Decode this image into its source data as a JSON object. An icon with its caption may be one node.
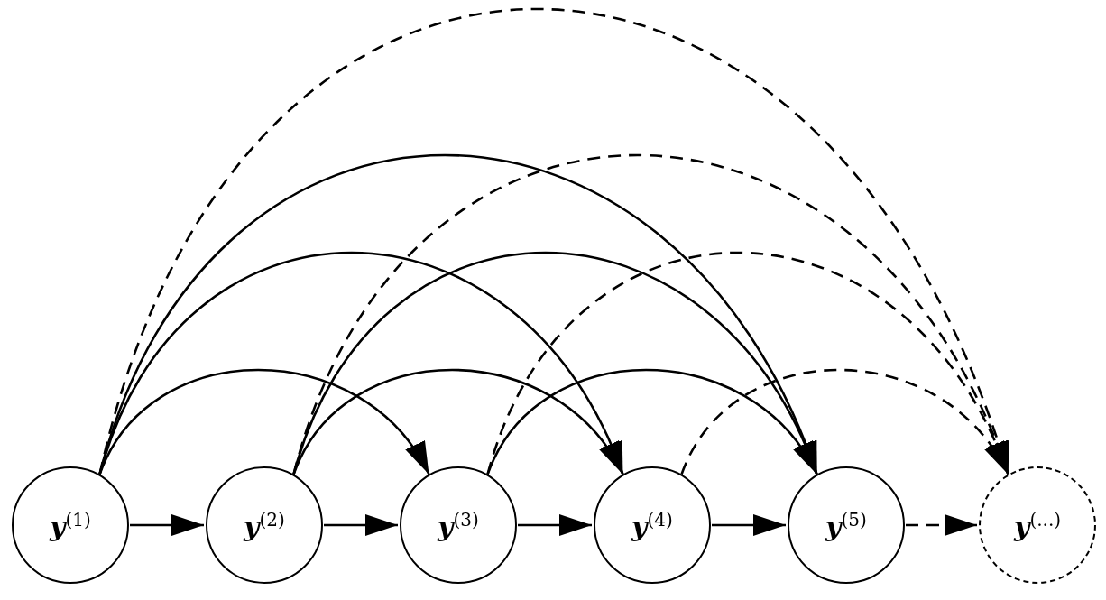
{
  "diagram": {
    "nodes": [
      {
        "text": [
          "**y**$^{(1)}$"
        ]
      },
      {
        "text": [
          "**y**$^{(2)}$"
        ]
      },
      {
        "text": [
          "**y**$^{(3)}$"
        ]
      },
      {
        "text": [
          "**y**$^{(4)}$"
        ]
      },
      {
        "text": [
          "**y**$^{(5)}$"
        ]
      },
      {
        "text": [
          "**y**$^{(...)}$"
        ]
      }
    ],
    "edges": [
      {
        "from": 0,
        "to": 1,
        "arrow": "to"
      },
      {
        "from": 1,
        "to": 2,
        "arrow": "to"
      },
      {
        "from": 2,
        "to": 3,
        "arrow": "to"
      },
      {
        "from": 3,
        "to": 4,
        "arrow": "to"
      },
      {
        "from": 4,
        "to": 5,
        "arrow": "to",
        "style": "dashed"
      },
      {
        "from": 0,
        "to": 2,
        "arrow": "to"
      },
      {
        "from": 0,
        "to": 3,
        "arrow": "to"
      },
      {
        "from": 0,
        "to": 4,
        "arrow": "to"
      },
      {
        "from": 0,
        "to": 5,
        "arrow": "to",
        "style": "dashed"
      },
      {
        "from": 1,
        "to": 3,
        "arrow": "to"
      },
      {
        "from": 1,
        "to": 4,
        "arrow": "to"
      },
      {
        "from": 1,
        "to": 5,
        "arrow": "to",
        "style": "dashed"
      },
      {
        "from": 2,
        "to": 4,
        "arrow": "to"
      },
      {
        "from": 2,
        "to": 5,
        "arrow": "to",
        "style": "dashed"
      },
      {
        "from": 3,
        "to": 5,
        "arrow": "to",
        "style": "dashed"
      }
    ]
  }
}
